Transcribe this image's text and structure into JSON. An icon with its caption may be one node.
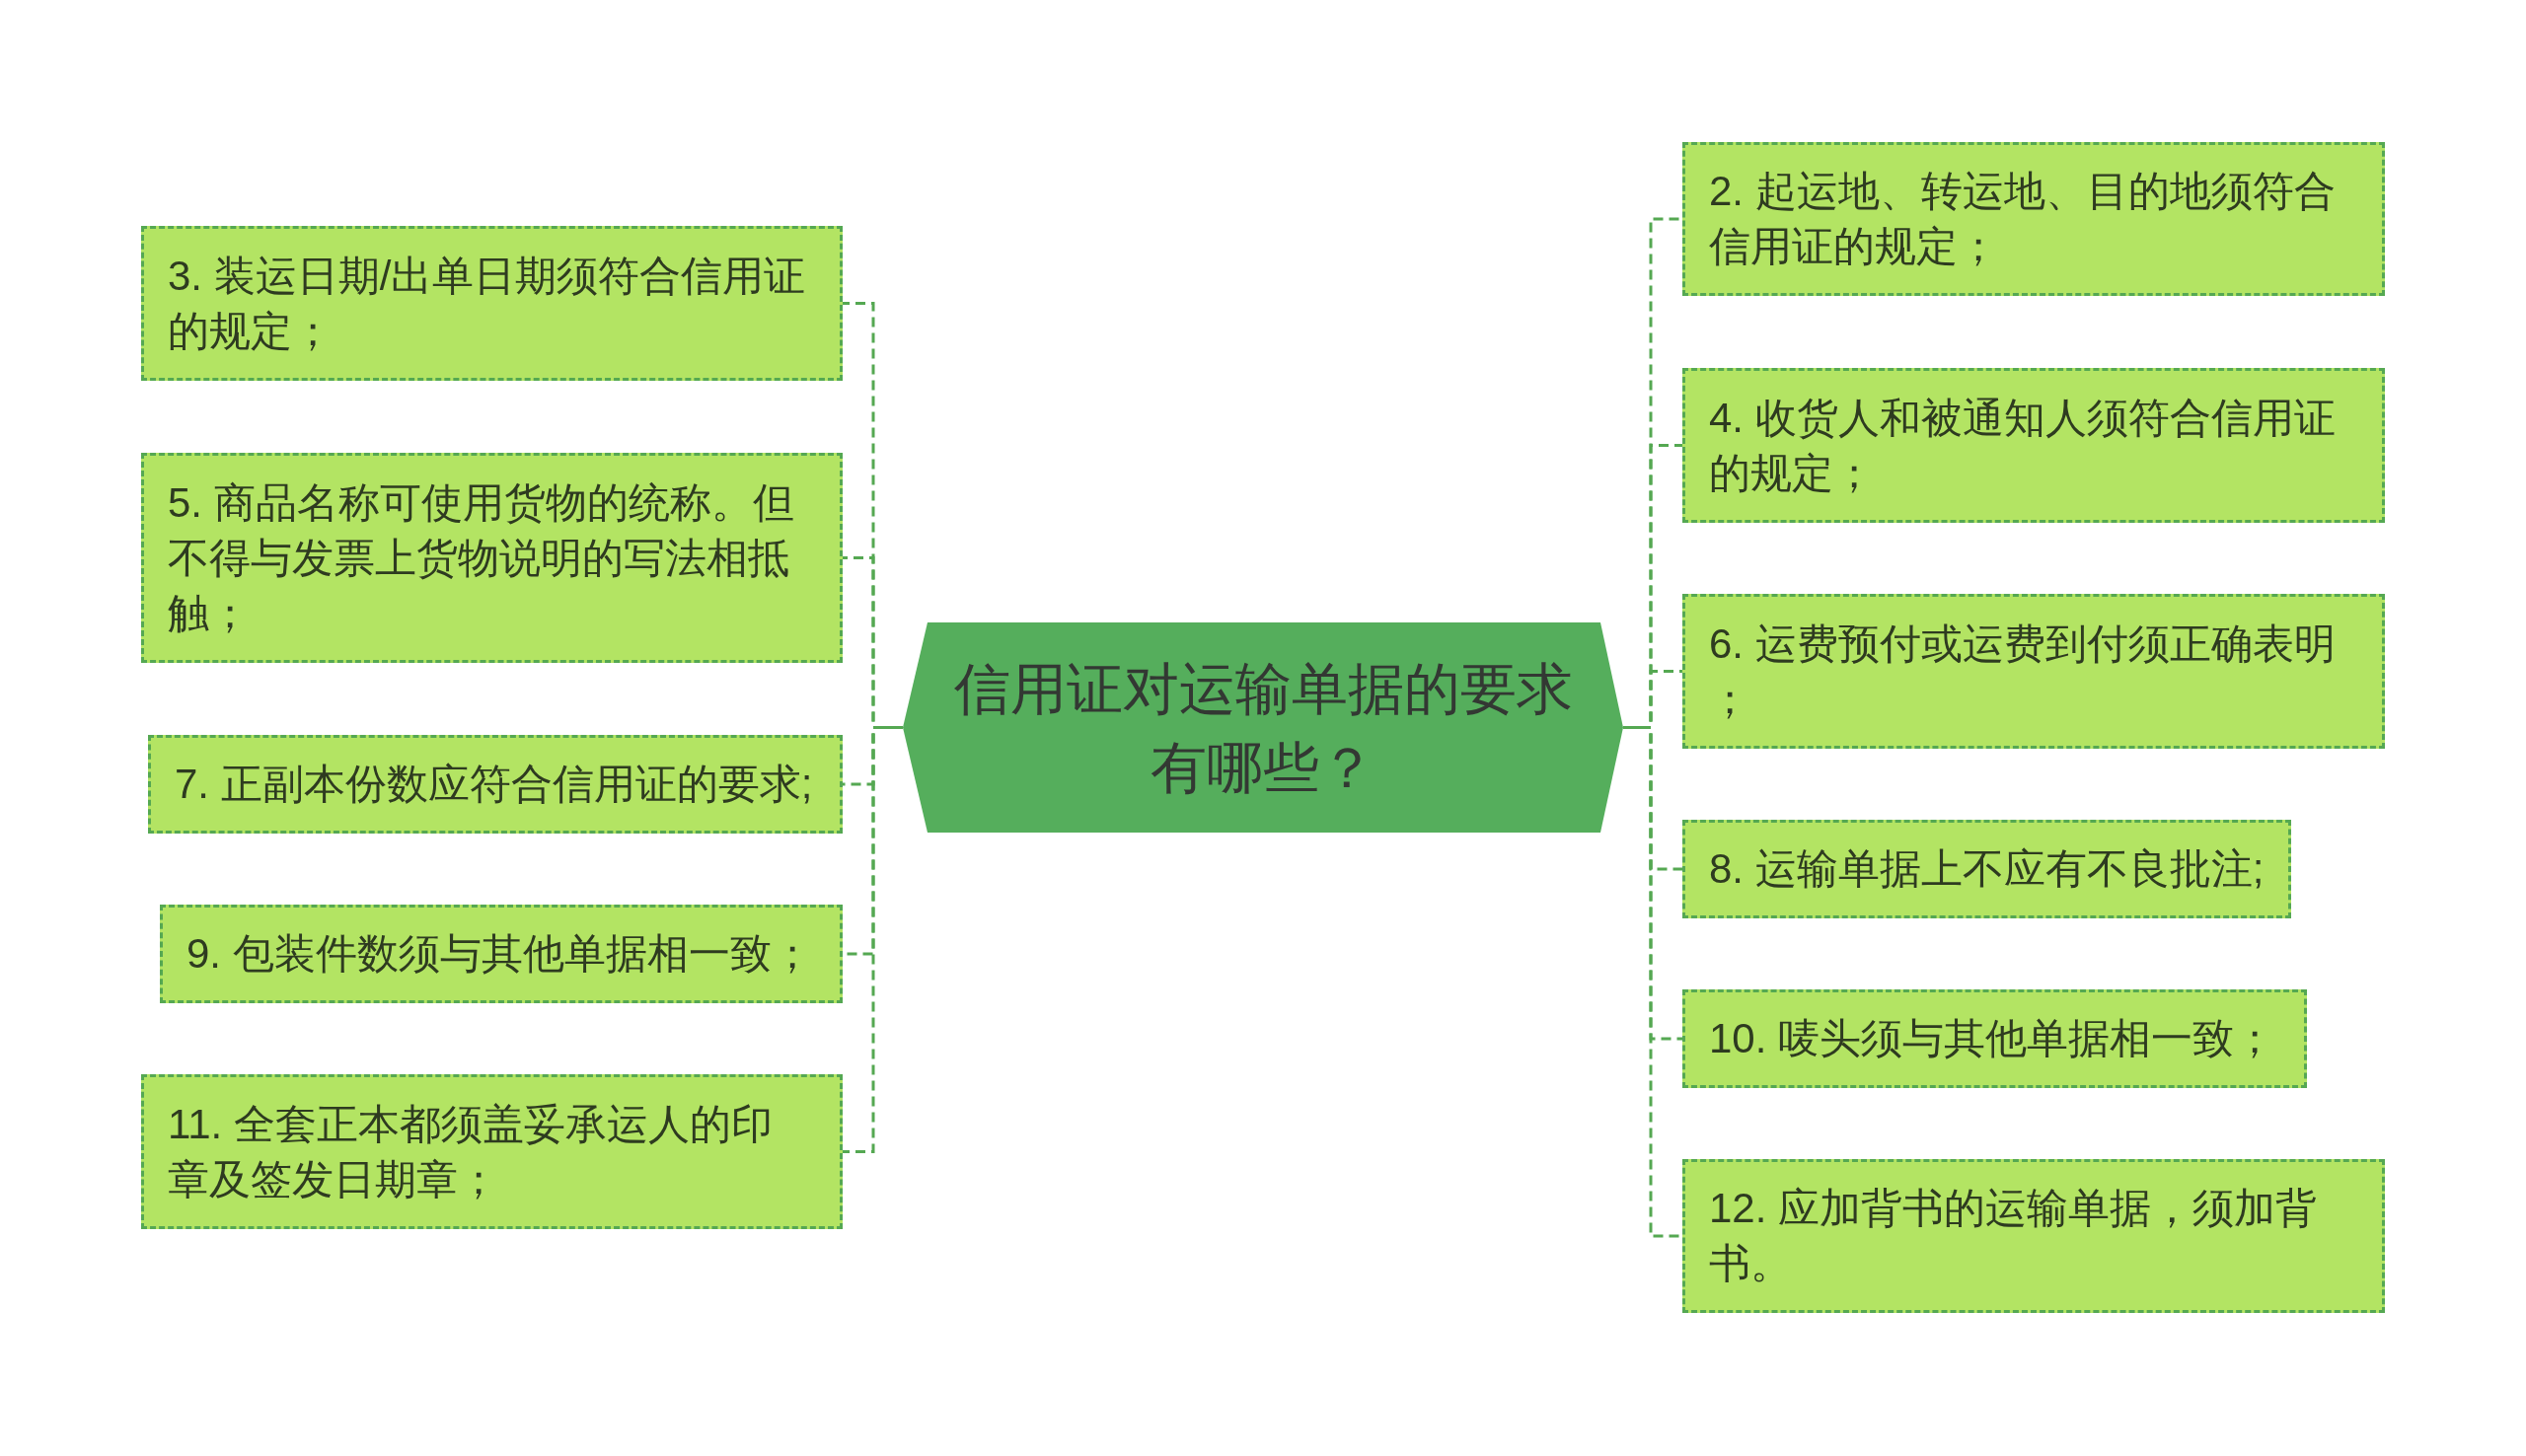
{
  "diagram": {
    "nodes": [
      {
        "text": [
          "信用证对运输单据的要求有哪些？"
        ]
      },
      {
        "text": [
          "2. 起运地、转运地、目的地须符合信用证的规定；"
        ]
      },
      {
        "text": [
          "3. 装运日期/出单日期须符合信用证的规定；"
        ]
      },
      {
        "text": [
          "4. 收货人和被通知人须符合信用证的规定；"
        ]
      },
      {
        "text": [
          "5. 商品名称可使用货物的统称。但不得与发票上货物说明的写法相抵触；"
        ]
      },
      {
        "text": [
          "6. 运费预付或运费到付须正确表明；"
        ]
      },
      {
        "text": [
          "7. 正副本份数应符合信用证的要求;"
        ]
      },
      {
        "text": [
          "8. 运输单据上不应有不良批注;"
        ]
      },
      {
        "text": [
          "9. 包装件数须与其他单据相一致；"
        ]
      },
      {
        "text": [
          "10. 唛头须与其他单据相一致；"
        ]
      },
      {
        "text": [
          "11. 全套正本都须盖妥承运人的印章及签发日期章；"
        ]
      },
      {
        "text": [
          "12. 应加背书的运输单据，须加背书。"
        ]
      }
    ],
    "edges": [
      {
        "from": 0,
        "to": 1,
        "arrow": "none"
      },
      {
        "from": 0,
        "to": 2,
        "arrow": "none"
      },
      {
        "from": 0,
        "to": 3,
        "arrow": "none"
      },
      {
        "from": 0,
        "to": 4,
        "arrow": "none"
      },
      {
        "from": 0,
        "to": 5,
        "arrow": "none"
      },
      {
        "from": 0,
        "to": 6,
        "arrow": "none"
      },
      {
        "from": 0,
        "to": 7,
        "arrow": "none"
      },
      {
        "from": 0,
        "to": 8,
        "arrow": "none"
      },
      {
        "from": 0,
        "to": 9,
        "arrow": "none"
      },
      {
        "from": 0,
        "to": 10,
        "arrow": "none"
      },
      {
        "from": 0,
        "to": 11,
        "arrow": "none"
      }
    ]
  }
}
